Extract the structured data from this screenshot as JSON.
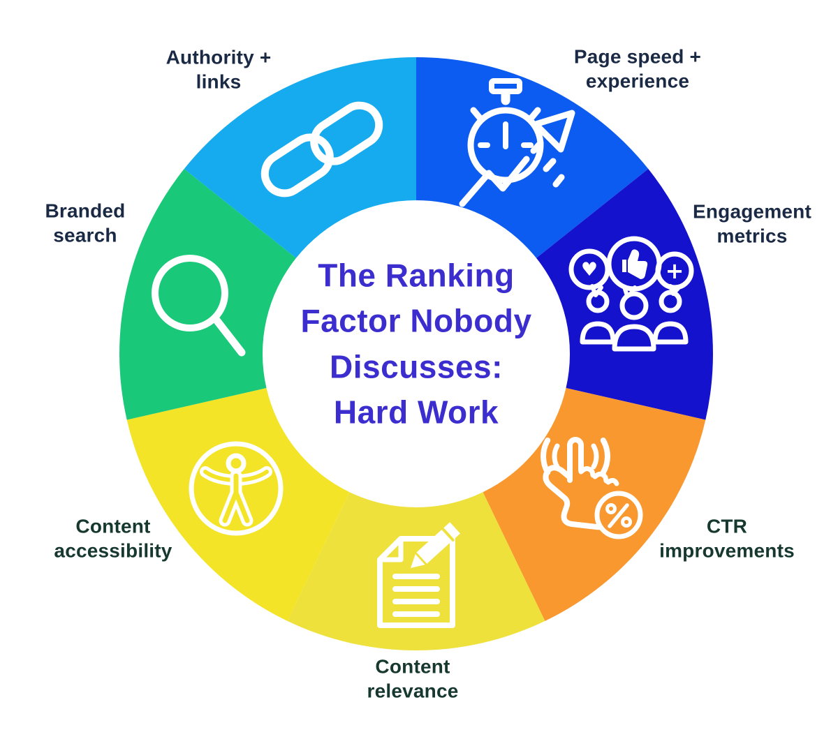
{
  "figure": {
    "background": "#FFFFFF",
    "center_title": {
      "text": "The Ranking\nFactor Nobody\nDiscusses:\nHard Work",
      "color": "#3B2DCE"
    },
    "chart_data": {
      "type": "donut",
      "description": "Seven equal donut segments, clockwise from 12 o'clock, each with a white line icon and an outside label",
      "start_angle_deg": 0,
      "equal_segments": true,
      "segments": [
        {
          "id": "page-speed-experience",
          "label": "Page speed +\nexperience",
          "color": "#0D5CF1",
          "label_color": "#1B2A44",
          "icon": "stopwatch-arrow-icon"
        },
        {
          "id": "engagement-metrics",
          "label": "Engagement\nmetrics",
          "color": "#1512CE",
          "label_color": "#1B2A44",
          "icon": "people-reactions-icon"
        },
        {
          "id": "ctr-improvements",
          "label": "CTR\nimprovements",
          "color": "#F8982F",
          "label_color": "#17382E",
          "icon": "click-percent-icon"
        },
        {
          "id": "content-relevance",
          "label": "Content\nrelevance",
          "color": "#EFE13C",
          "label_color": "#17382E",
          "icon": "document-pencil-icon"
        },
        {
          "id": "content-accessibility",
          "label": "Content\naccessibility",
          "color": "#F4E428",
          "label_color": "#17382E",
          "icon": "accessibility-person-icon"
        },
        {
          "id": "branded-search",
          "label": "Branded\nsearch",
          "color": "#19C878",
          "label_color": "#1B2A44",
          "icon": "magnifier-icon"
        },
        {
          "id": "authority-links",
          "label": "Authority +\nlinks",
          "color": "#16ABEE",
          "label_color": "#1B2A44",
          "icon": "chain-link-icon"
        }
      ]
    }
  }
}
